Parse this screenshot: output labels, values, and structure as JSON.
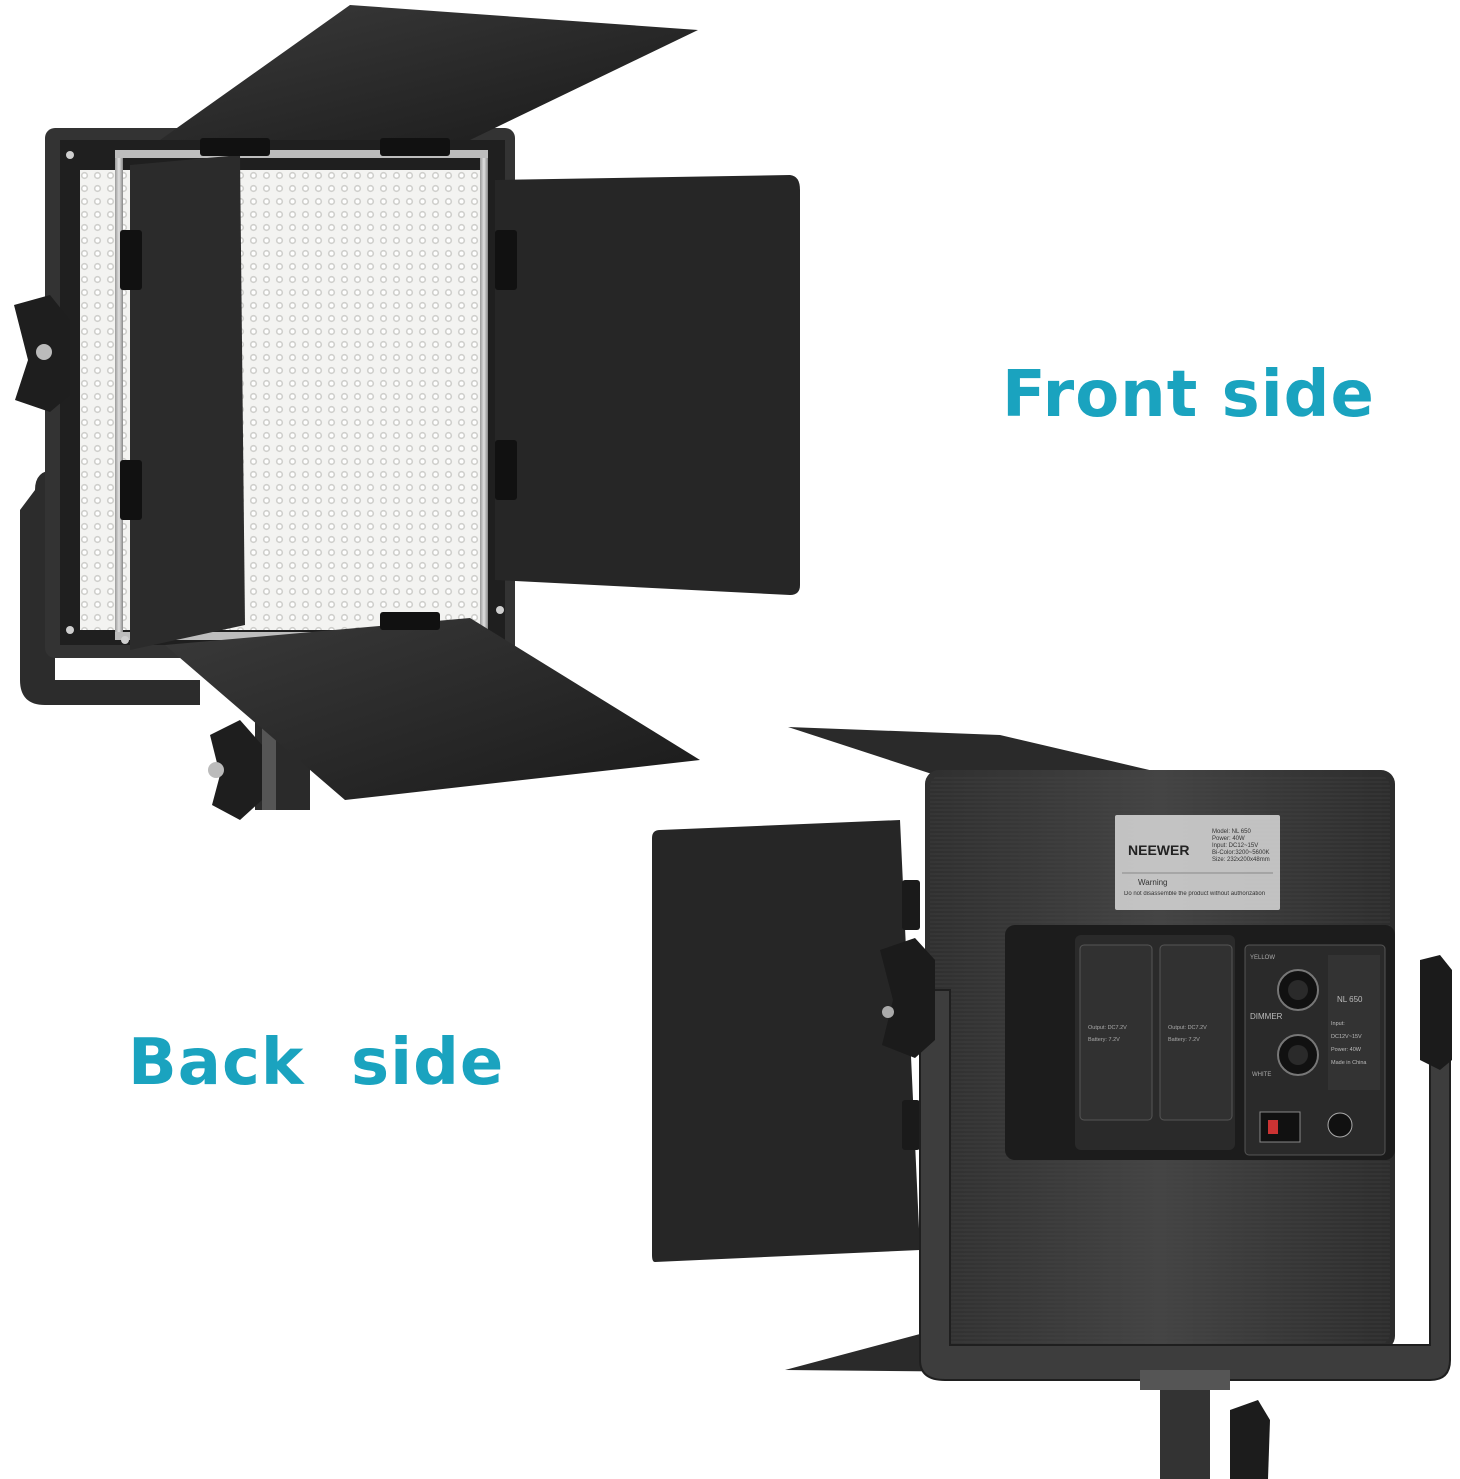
{
  "captions": {
    "front": "Front side",
    "back": "Back  side"
  },
  "back_panel": {
    "brand": "NEEWER",
    "spec_lines": [
      "Model: NL 650",
      "Power: 40W",
      "Input: DC12~15V",
      "Bi-Color:3200~5600K",
      "Size: 232x200x48mm"
    ],
    "warning_title": "Warning",
    "warning_text": "Do not disassemble the product without authorization",
    "control_model": "NL 650",
    "control_specs": [
      "Input:",
      "DC12V~15V",
      "Power: 40W",
      "Made in China"
    ],
    "dimmer_label": "DIMMER",
    "yellow_label": "YELLOW",
    "white_label": "WHITE",
    "battery_left": [
      "Output: DC7.2V",
      "Battery: 7.2V"
    ],
    "battery_right": [
      "Output: DC7.2V",
      "Battery: 7.2V"
    ]
  },
  "colors": {
    "caption": "#1aa3bf",
    "barn_door": "#262626",
    "panel": "#3b3b3b",
    "led_bg": "#f2f2f0"
  }
}
